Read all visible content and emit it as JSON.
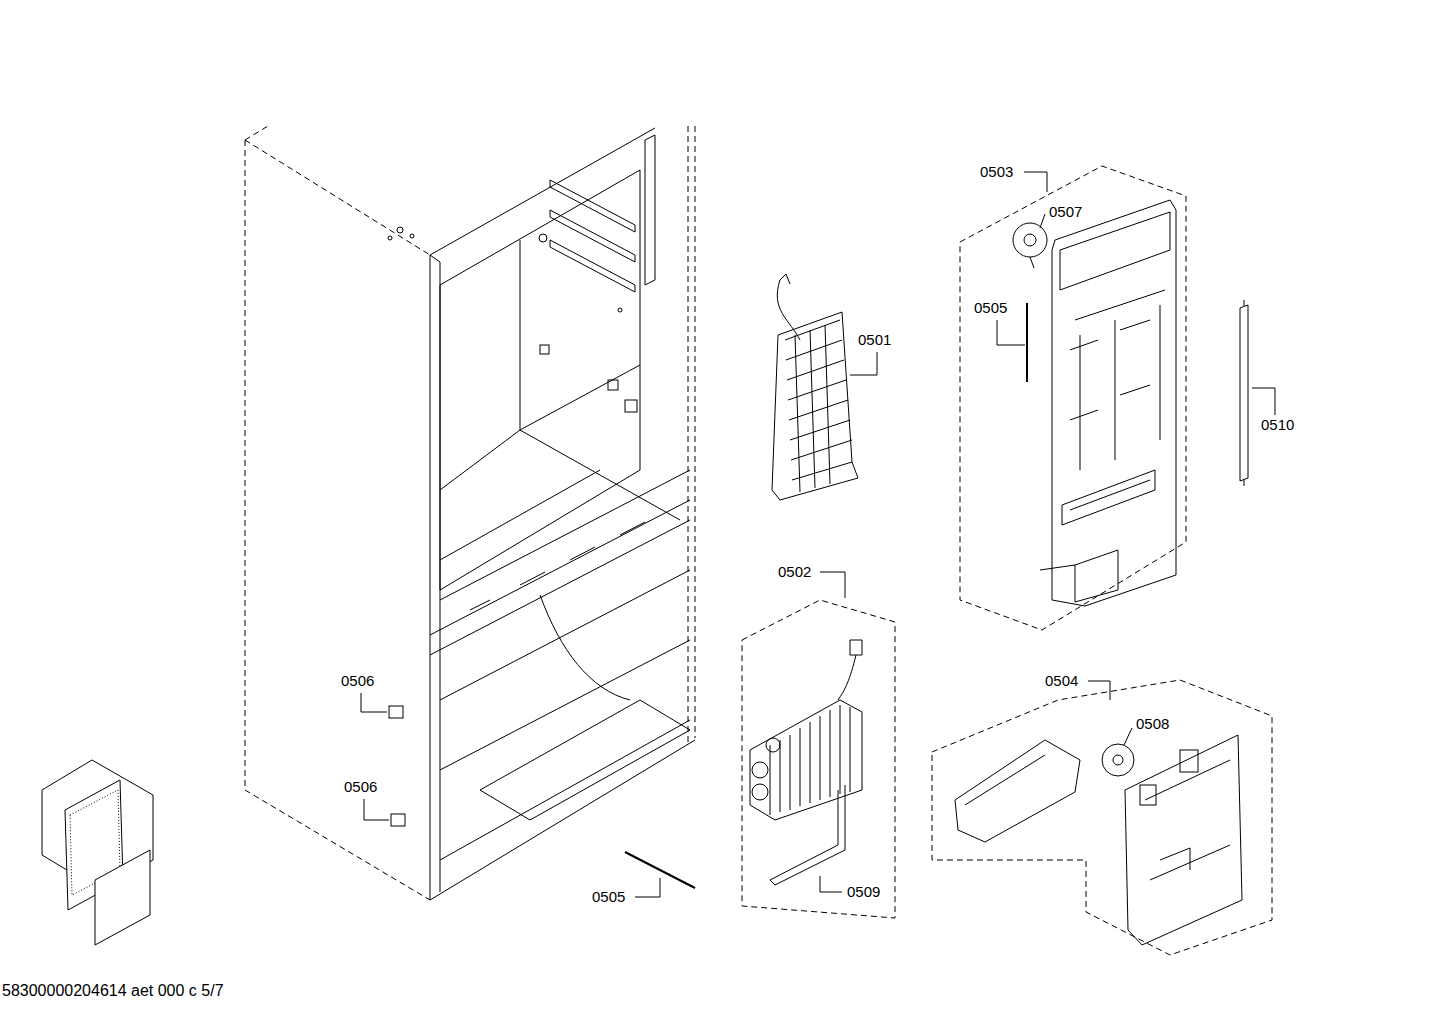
{
  "diagram": {
    "labels": [
      "0503",
      "0507",
      "0505",
      "0501",
      "0510",
      "0502",
      "0506",
      "0504",
      "0508",
      "0506",
      "0505",
      "0509",
      "58300000204614 aet 000 c 5/7"
    ]
  }
}
